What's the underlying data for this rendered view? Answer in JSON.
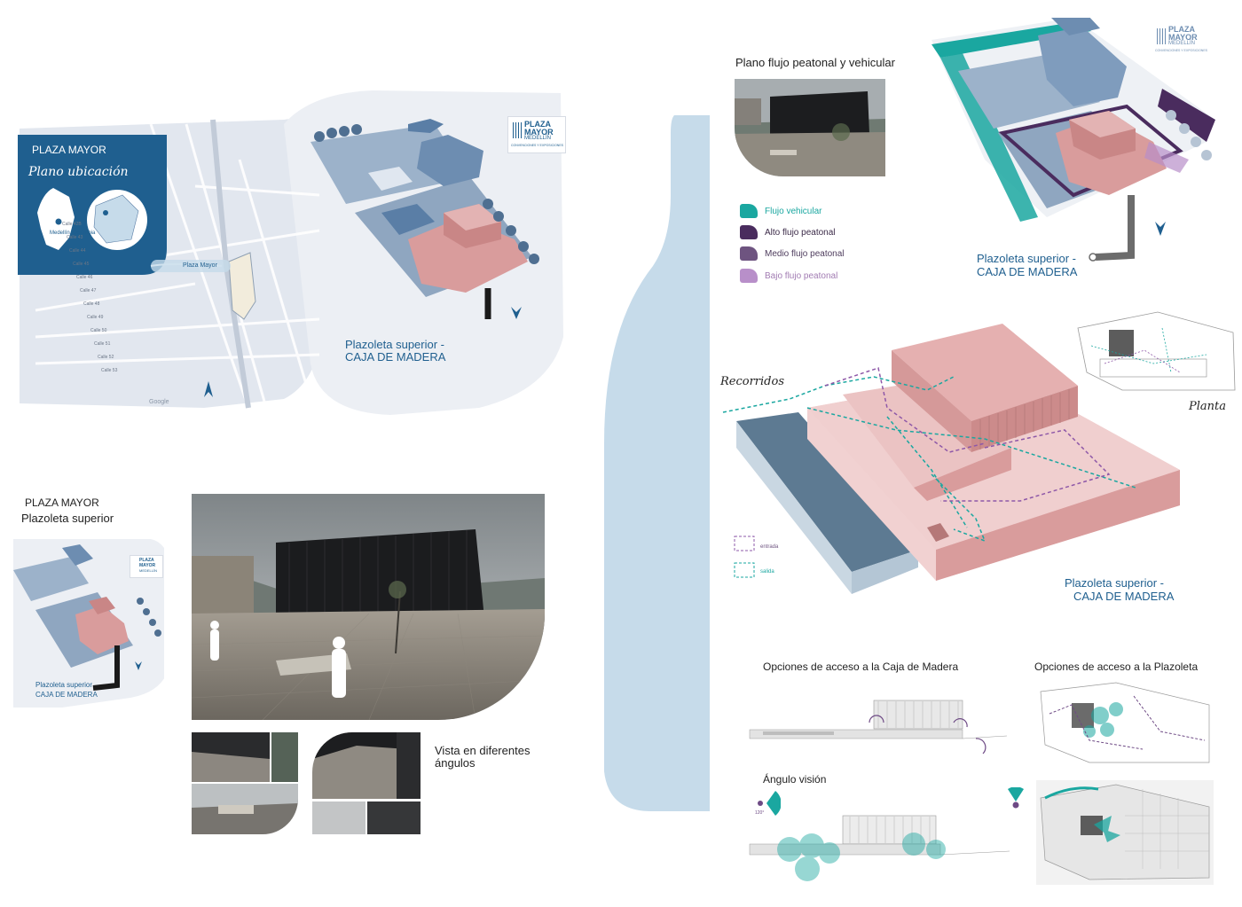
{
  "colors": {
    "navy": "#1f5f8f",
    "slate_blue": "#5a7ea6",
    "light_blue": "#c6dbea",
    "salmon": "#d99c9c",
    "teal": "#1aa7a0",
    "purple_dark": "#5b3a6e",
    "purple_mid": "#7a5a8c",
    "purple_light": "#b88fc9",
    "map_gray": "#e2e7ef"
  },
  "location_panel": {
    "title": "PLAZA MAYOR",
    "subtitle": "Plano ubicación",
    "city_label": "Medellín, Colombia",
    "map_marker": "Plaza Mayor",
    "google": "Google"
  },
  "logo": {
    "line1": "PLAZA",
    "line2": "MAYOR",
    "line3": "MEDELLÍN",
    "tagline": "CONVENCIONES Y EXPOSICIONES"
  },
  "callouts": {
    "main_line1": "Plazoleta superior -",
    "main_line2": "CAJA DE MADERA",
    "small_line1": "Plazoleta superior",
    "small_line2": "CAJA DE MADERA",
    "flow_line1": "Plazoleta superior -",
    "flow_line2": "CAJA DE MADERA",
    "iso_line1": "Plazoleta superior -",
    "iso_line2": "CAJA DE MADERA"
  },
  "plazoleta_section": {
    "title1": "PLAZA MAYOR",
    "title2": "Plazoleta superior"
  },
  "views": {
    "caption_line1": "Vista en diferentes",
    "caption_line2": "ángulos"
  },
  "flow_section": {
    "title": "Plano flujo peatonal y vehicular",
    "legend": [
      {
        "label": "Flujo vehicular",
        "color": "#1aa7a0"
      },
      {
        "label": "Alto flujo peatonal",
        "color": "#4a2c5e"
      },
      {
        "label": "Medio flujo peatonal",
        "color": "#6e5480"
      },
      {
        "label": "Bajo flujo peatonal",
        "color": "#b88fc9"
      }
    ]
  },
  "routes": {
    "title": "Recorridos",
    "plan_label": "Planta",
    "legend_entry": "entrada",
    "legend_exit": "salida"
  },
  "access": {
    "caja_title": "Opciones de acceso a la Caja de Madera",
    "plazoleta_title": "Opciones de acceso a la Plazoleta",
    "angle_title": "Ángulo visión",
    "angle_value": "120°"
  },
  "map_streets": [
    "Calle 42B",
    "Calle 43",
    "Calle 44",
    "Calle 45",
    "Calle 46",
    "Calle 47",
    "Calle 48",
    "Calle 49",
    "Calle 50",
    "Calle 51",
    "Calle 52",
    "Calle 53"
  ]
}
